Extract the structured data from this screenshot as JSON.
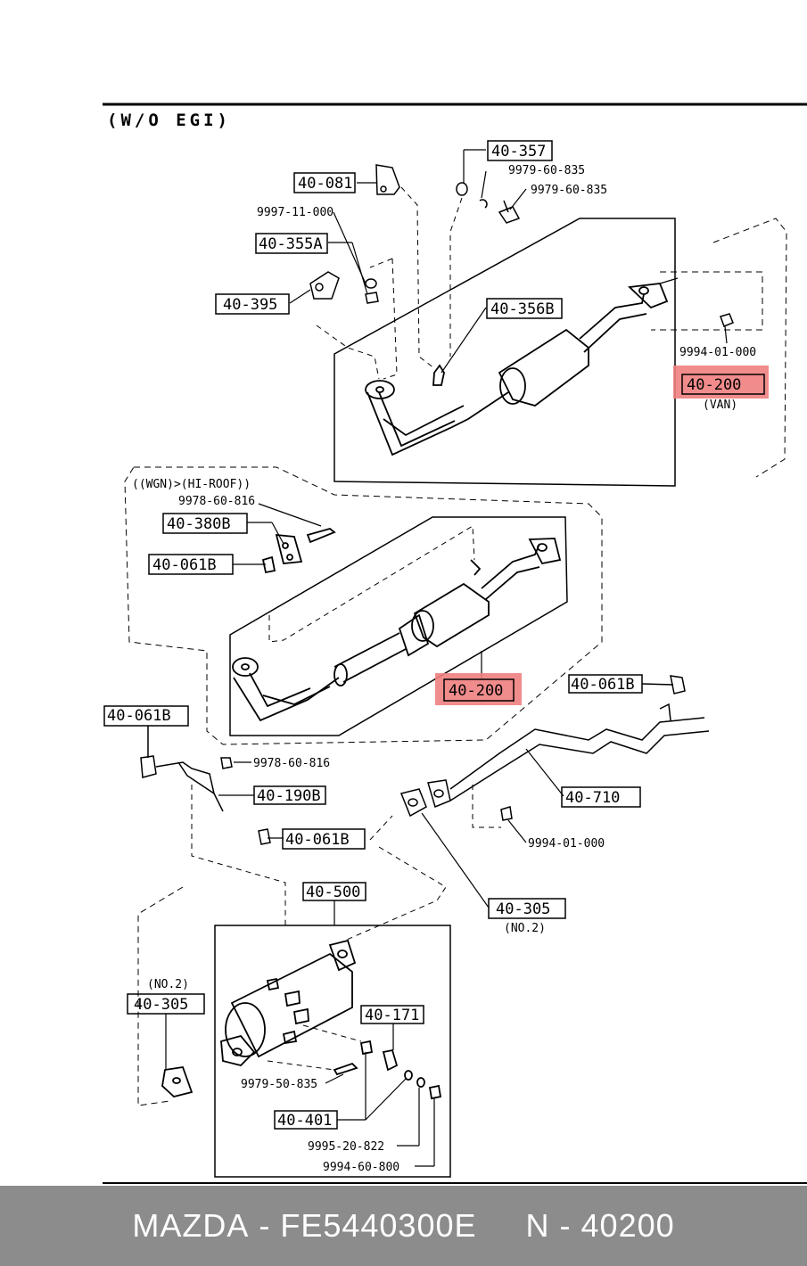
{
  "header": {
    "variant": "(W/O EGI)"
  },
  "groups": {
    "wgn_hiroof": "((WGN)>(HI-ROOF))",
    "van": "(VAN)",
    "no2_a": "(NO.2)",
    "no2_b": "(NO.2)"
  },
  "parts": {
    "p40_357": "40-357",
    "p9979_60_835_a": "9979-60-835",
    "p9979_60_835_b": "9979-60-835",
    "p40_081": "40-081",
    "p9997_11_000": "9997-11-000",
    "p40_355A": "40-355A",
    "p40_395": "40-395",
    "p40_356B": "40-356B",
    "p9994_01_000_a": "9994-01-000",
    "p40_200_van": "40-200",
    "p9978_60_816": "9978-60-816",
    "p40_380B": "40-380B",
    "p40_061B_a": "40-061B",
    "p40_200_main": "40-200",
    "p40_061B_b": "40-061B",
    "p40_061B_c": "40-061B",
    "p9978_60_816_b": "9978-60-816",
    "p40_190B": "40-190B",
    "p40_710": "40-710",
    "p40_061B_d": "40-061B",
    "p9994_01_000_b": "9994-01-000",
    "p40_500": "40-500",
    "p40_305_a": "40-305",
    "p40_305_b": "40-305",
    "p40_171": "40-171",
    "p9979_50_835": "9979-50-835",
    "p40_401": "40-401",
    "p9995_20_822": "9995-20-822",
    "p9994_60_800": "9994-60-800"
  },
  "highlight_color": "#f08080",
  "footer": {
    "brand": "MAZDA",
    "sep1": " - ",
    "oem_code": "FE5440300E",
    "gap": "     ",
    "ref_prefix": "N",
    "sep2": " - ",
    "ref_number": "40200"
  }
}
